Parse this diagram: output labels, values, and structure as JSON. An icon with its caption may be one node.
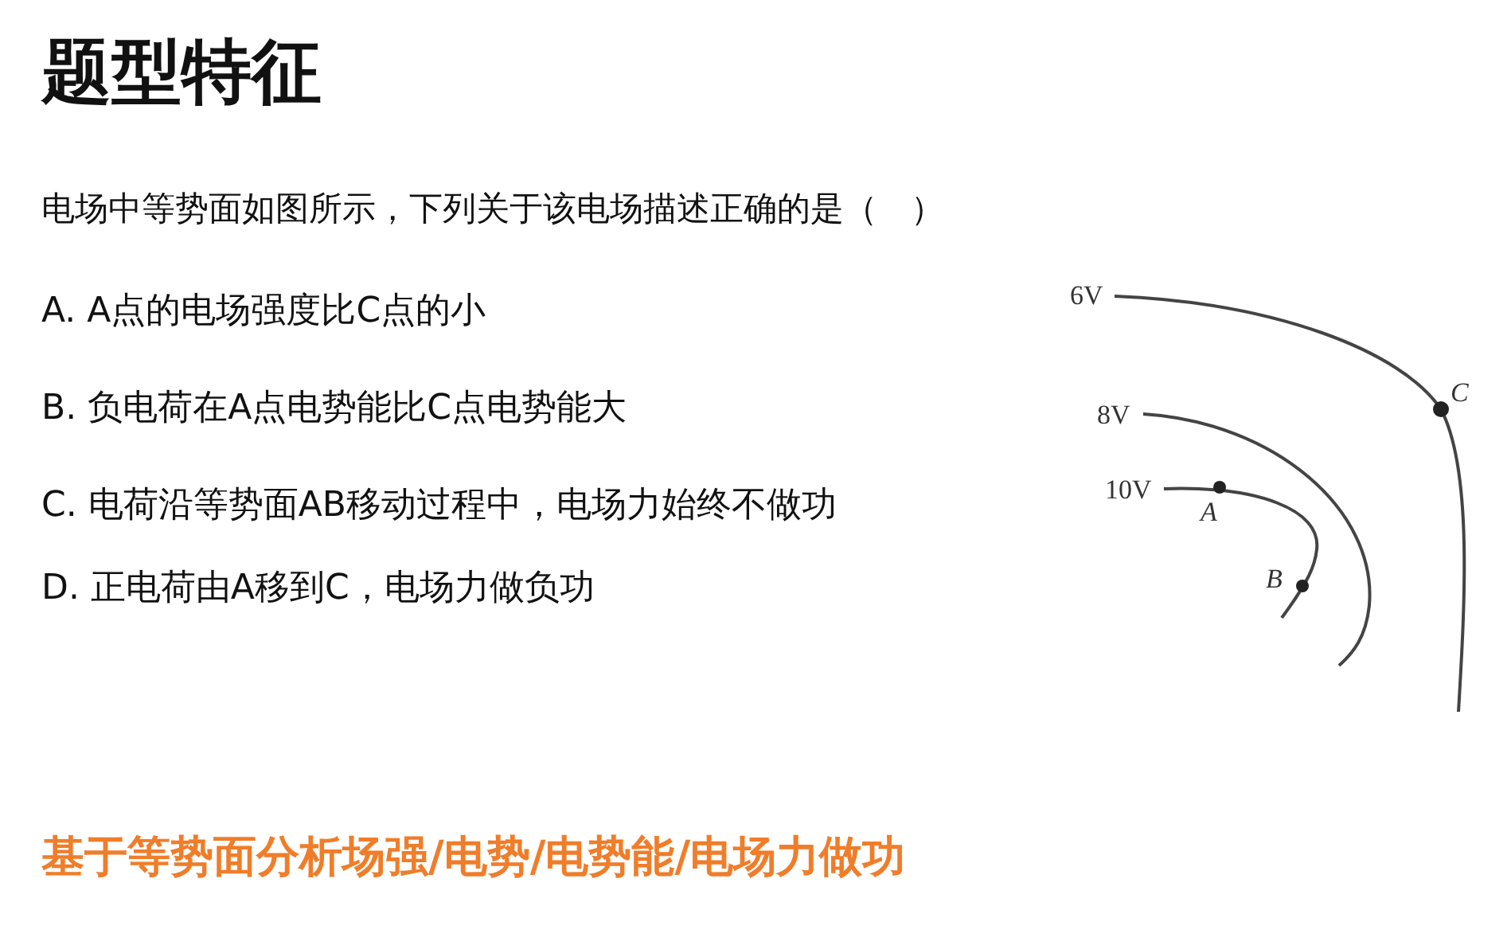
{
  "diagram": {
    "title": "题型特征",
    "caption": "基于等势面分析场强/电势/电势能/电场力做功",
    "labels": [
      "电场中等势面如图所示，下列关于该电场描述正确的是（　）",
      "A. A点的电场强度比C点的小",
      "B. 负电荷在A点电势能比C点电势能大",
      "C. 电荷沿等势面AB移动过程中，电场力始终不做功",
      "D. 正电荷由A移到C，电场力做负功",
      "6V",
      "C",
      "8V",
      "10V",
      "A",
      "B"
    ]
  }
}
